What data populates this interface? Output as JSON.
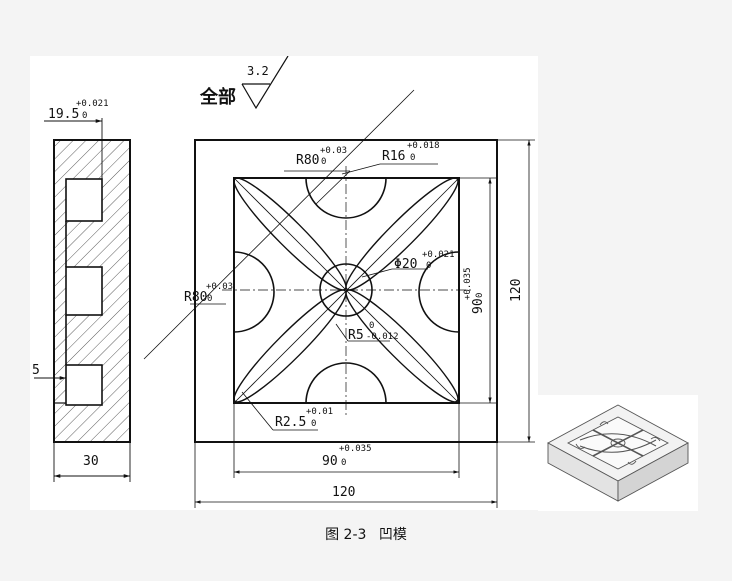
{
  "roughness": {
    "label": "全部",
    "value": "3.2"
  },
  "side_view": {
    "depth_nominal": "19.5",
    "depth_tol_upper": "+0.021",
    "depth_tol_lower": "0",
    "offset": "5",
    "width": "30"
  },
  "plan_view": {
    "arc_radius": "R80",
    "arc_radius_tol_upper": "+0.03",
    "arc_radius_tol_lower": "0",
    "corner_radius": "R16",
    "corner_radius_tol_upper": "+0.018",
    "corner_radius_tol_lower": "0",
    "center_dia": "Φ20",
    "center_dia_tol_upper": "+0.021",
    "center_dia_tol_lower": "0",
    "fillet_r5": "R5",
    "fillet_r5_tol_upper": "0",
    "fillet_r5_tol_lower": "-0.012",
    "petal_tip_radius": "R2.5",
    "petal_tip_radius_tol_upper": "+0.01",
    "petal_tip_radius_tol_lower": "0",
    "inner_width": "90",
    "inner_width_tol_upper": "+0.035",
    "inner_width_tol_lower": "0",
    "outer_width": "120",
    "inner_height": "90",
    "inner_height_tol_upper": "+0.035",
    "inner_height_tol_lower": "0",
    "outer_height": "120"
  },
  "caption": {
    "figure_no": "图 2-3",
    "title": "凹模"
  }
}
